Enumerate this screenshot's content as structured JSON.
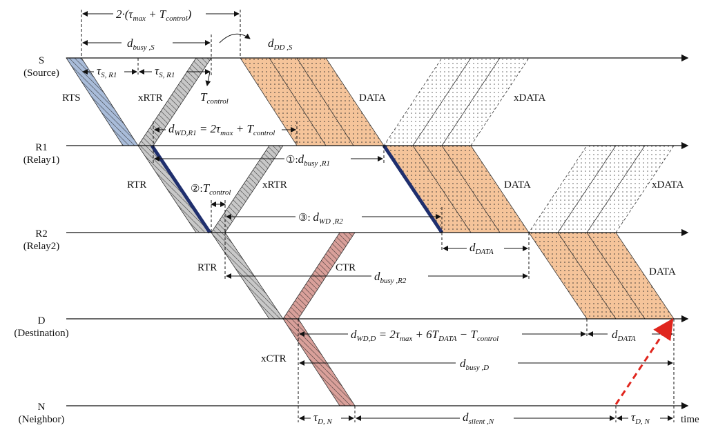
{
  "nodes": [
    {
      "id": "S",
      "name": "S",
      "role": "(Source)"
    },
    {
      "id": "R1",
      "name": "R1",
      "role": "(Relay1)"
    },
    {
      "id": "R2",
      "name": "R2",
      "role": "(Relay2)"
    },
    {
      "id": "D",
      "name": "D",
      "role": "(Destination)"
    },
    {
      "id": "N",
      "name": "N",
      "role": "(Neighbor)"
    }
  ],
  "axis_label": "time",
  "packets": {
    "rts": "RTS",
    "xrtr_s": "xRTR",
    "xrtr_r1": "xRTR",
    "rtr_r1": "RTR",
    "rtr_r2": "RTR",
    "ctr": "CTR",
    "xctr": "xCTR",
    "data_s": "DATA",
    "xdata_s": "xDATA",
    "data_r1": "DATA",
    "xdata_r1": "xDATA",
    "data_r2": "DATA"
  },
  "annotations": {
    "top_formula": {
      "main": "2·(τ",
      "sub1": "max",
      "mid": " + T",
      "sub2": "control",
      "end": ")"
    },
    "d_busy_s": {
      "main": "d",
      "sub": "busy ,S"
    },
    "d_dd_s": {
      "main": "d",
      "sub": "DD ,S"
    },
    "tau_sr1_a": {
      "main": "τ",
      "sub": "S, R1"
    },
    "tau_sr1_b": {
      "main": "τ",
      "sub": "S, R1"
    },
    "t_control_s": {
      "main": "T",
      "sub": "control"
    },
    "d_wd_r1": {
      "main": "d",
      "sub": "WD,R1",
      "rest": " = 2τ",
      "sub2": "max",
      "rest2": " + T",
      "sub3": "control"
    },
    "circle1": {
      "prefix": "①:",
      "main": "d",
      "sub": "busy ,R1"
    },
    "circle2": {
      "prefix": "②:",
      "main": "T",
      "sub": "control"
    },
    "circle3": {
      "prefix": "③: ",
      "main": "d",
      "sub": "WD ,R2"
    },
    "d_data_r2": {
      "main": "d",
      "sub": "DATA"
    },
    "d_busy_r2": {
      "main": "d",
      "sub": "busy ,R2"
    },
    "d_wd_d": {
      "main": "d",
      "sub": "WD,D",
      "rest": " = 2τ",
      "sub2": "max",
      "rest2": " + 6T",
      "sub3": "DATA",
      "rest3": " − T",
      "sub4": "control"
    },
    "d_data_d": {
      "main": "d",
      "sub": "DATA"
    },
    "d_busy_d": {
      "main": "d",
      "sub": "busy ,D"
    },
    "tau_dn_a": {
      "main": "τ",
      "sub": "D, N"
    },
    "d_silent_n": {
      "main": "d",
      "sub": "silent ,N"
    },
    "tau_dn_b": {
      "main": "τ",
      "sub": "D, N"
    }
  },
  "colors": {
    "rts": "#a9bcd9",
    "control": "#c8c8c8",
    "ctr": "#d9a09a",
    "data": "#f5c49a",
    "busy_line": "#1f2f6e",
    "arrow_red": "#e0261e"
  }
}
